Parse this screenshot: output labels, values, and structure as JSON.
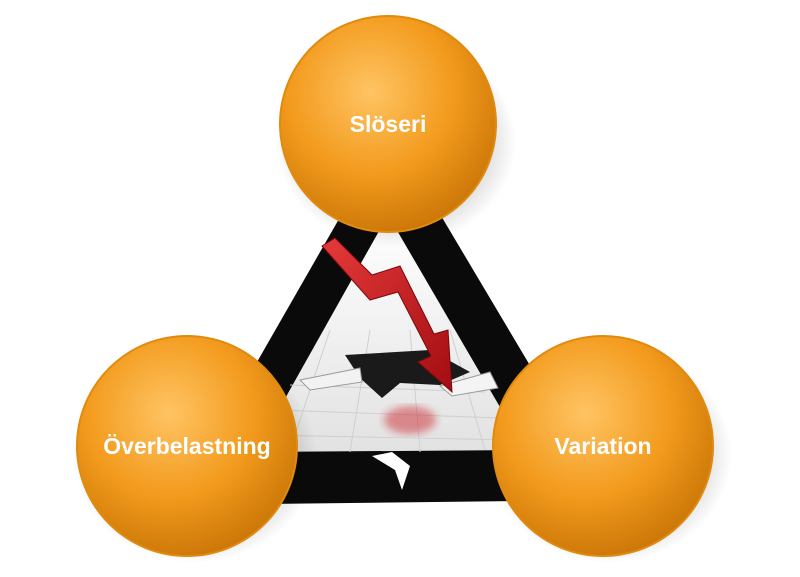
{
  "nodes": {
    "top": {
      "label": "Slöseri"
    },
    "left": {
      "label": "Överbelastning"
    },
    "right": {
      "label": "Variation"
    }
  },
  "colors": {
    "node_fill": "#f29a1c",
    "node_highlight": "#ffc463",
    "node_shadow": "#a85f06",
    "frame": "#0a0a0a",
    "arrow": "#c8141a",
    "label_text": "#ffffff"
  },
  "icons": {
    "center": "broken-floor-with-falling-red-arrow-icon"
  }
}
